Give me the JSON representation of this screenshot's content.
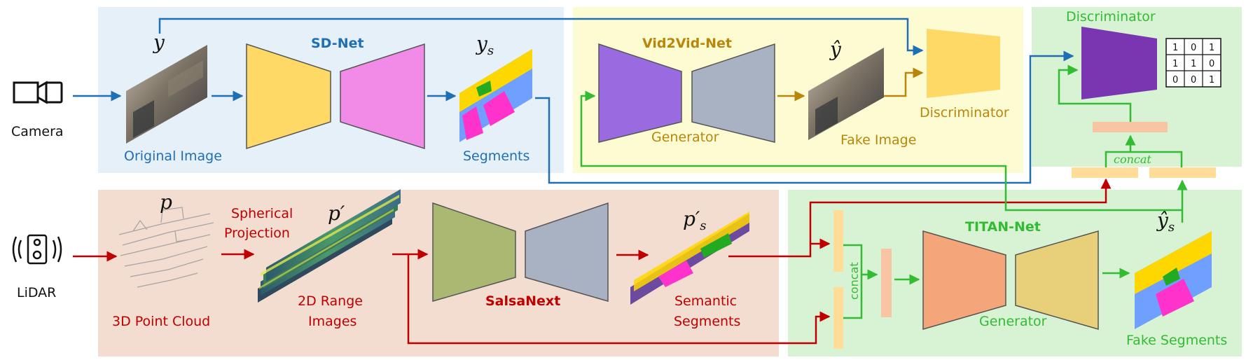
{
  "labels": {
    "camera": "Camera",
    "lidar": "LiDAR",
    "sd_net": "SD-Net",
    "original_image": "Original Image",
    "segments": "Segments",
    "vid2vid_net": "Vid2Vid-Net",
    "generator_top": "Generator",
    "fake_image": "Fake Image",
    "discriminator_top": "Discriminator",
    "discriminator_right": "Discriminator",
    "spherical_1": "Spherical",
    "spherical_2": "Projection",
    "range_1": "2D Range",
    "range_2": "Images",
    "point_cloud": "3D Point Cloud",
    "salsanext": "SalsaNext",
    "semantic_1": "Semantic",
    "semantic_2": "Segments",
    "titan_net": "TITAN-Net",
    "generator_bottom": "Generator",
    "fake_segments": "Fake Segments",
    "concat_a": "concat",
    "concat_b": "concat"
  },
  "symbols": {
    "y": "y",
    "y_s": "y",
    "y_s_sub": "s",
    "y_hat": "ŷ",
    "p": "p",
    "p_prime": "p′",
    "p_s": "p′",
    "p_s_sub": "s",
    "y_hat_s": "ŷ",
    "y_hat_s_sub": "s"
  },
  "matrix": [
    [
      "1",
      "0",
      "1"
    ],
    [
      "1",
      "1",
      "0"
    ],
    [
      "0",
      "0",
      "1"
    ]
  ],
  "colors": {
    "blue": "#1f6fb5",
    "gold": "#b8860b",
    "red": "#c00000",
    "green": "#33bb33",
    "sd_bg": "#e6f0f9",
    "vid_bg": "#fdfbd2",
    "lidar_bg": "#f3ddd0",
    "titan_bg": "#d8f2d4"
  }
}
